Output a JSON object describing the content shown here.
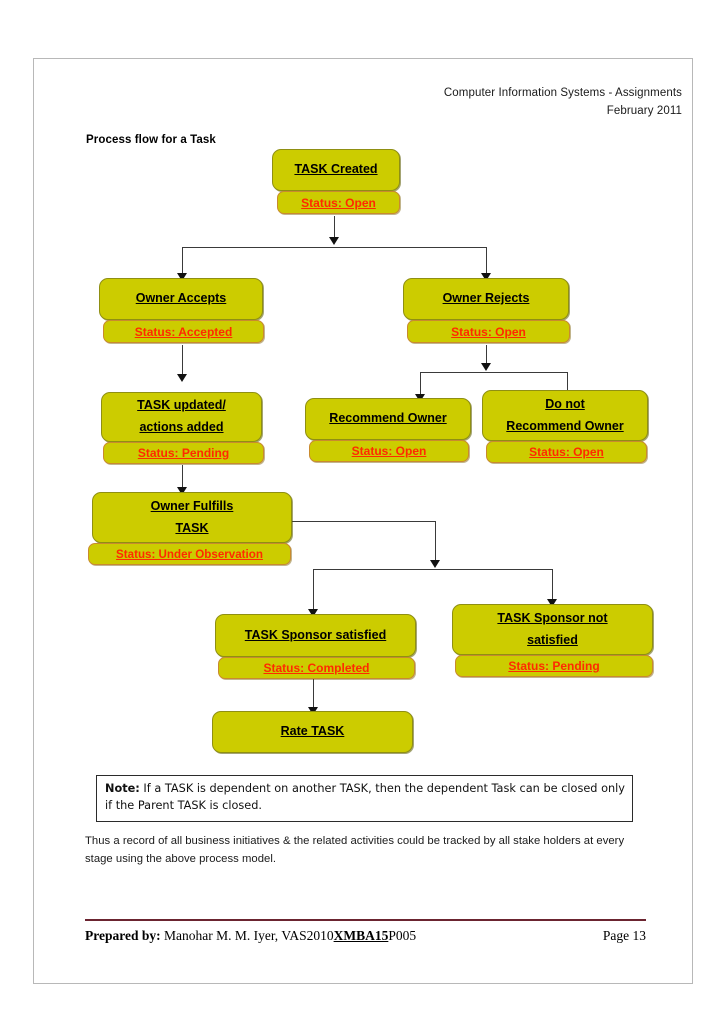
{
  "header": {
    "line1": "Computer Information Systems - Assignments",
    "line2": "February 2011"
  },
  "section_title": "Process flow for a Task",
  "flow": {
    "nodes": [
      {
        "id": "task-created",
        "lines": [
          "TASK Created"
        ],
        "status": "Status: Open"
      },
      {
        "id": "owner-accepts",
        "lines": [
          "Owner Accepts"
        ],
        "status": "Status: Accepted"
      },
      {
        "id": "owner-rejects",
        "lines": [
          "Owner Rejects"
        ],
        "status": "Status: Open"
      },
      {
        "id": "task-updated",
        "lines": [
          "TASK updated/",
          "actions added"
        ],
        "status": "Status: Pending"
      },
      {
        "id": "recommend-owner",
        "lines": [
          "Recommend Owner"
        ],
        "status": "Status: Open"
      },
      {
        "id": "do-not-recommend",
        "lines": [
          "Do not",
          "Recommend Owner"
        ],
        "status": "Status: Open"
      },
      {
        "id": "owner-fulfills",
        "lines": [
          "Owner Fulfills",
          "TASK"
        ],
        "status": "Status: Under Observation"
      },
      {
        "id": "sponsor-satisfied",
        "lines": [
          "TASK Sponsor satisfied"
        ],
        "status": "Status: Completed"
      },
      {
        "id": "sponsor-not-satisfied",
        "lines": [
          "TASK Sponsor not",
          "satisfied"
        ],
        "status": "Status: Pending"
      },
      {
        "id": "rate-task",
        "lines": [
          "Rate TASK"
        ],
        "status": ""
      }
    ],
    "colors": {
      "node_fill": "#cccc00",
      "node_border": "#8f8f12",
      "node_text": "#000000",
      "status_text": "#ff2a00",
      "status_border": "#c98a2e",
      "connector": "#3a3a3a"
    }
  },
  "note": {
    "label": "Note:",
    "text": " If a TASK is dependent on another TASK, then the dependent Task can be closed only if the Parent TASK is closed."
  },
  "body_text": "Thus a record of all business initiatives & the related activities could be tracked by all stake holders at every stage using the above process model.",
  "footer": {
    "prepared_label": "Prepared by:",
    "prepared_name": " Manohar M. M. Iyer, VAS2010",
    "prepared_code": "XMBA15",
    "prepared_suffix": "P005",
    "page": "Page 13"
  }
}
